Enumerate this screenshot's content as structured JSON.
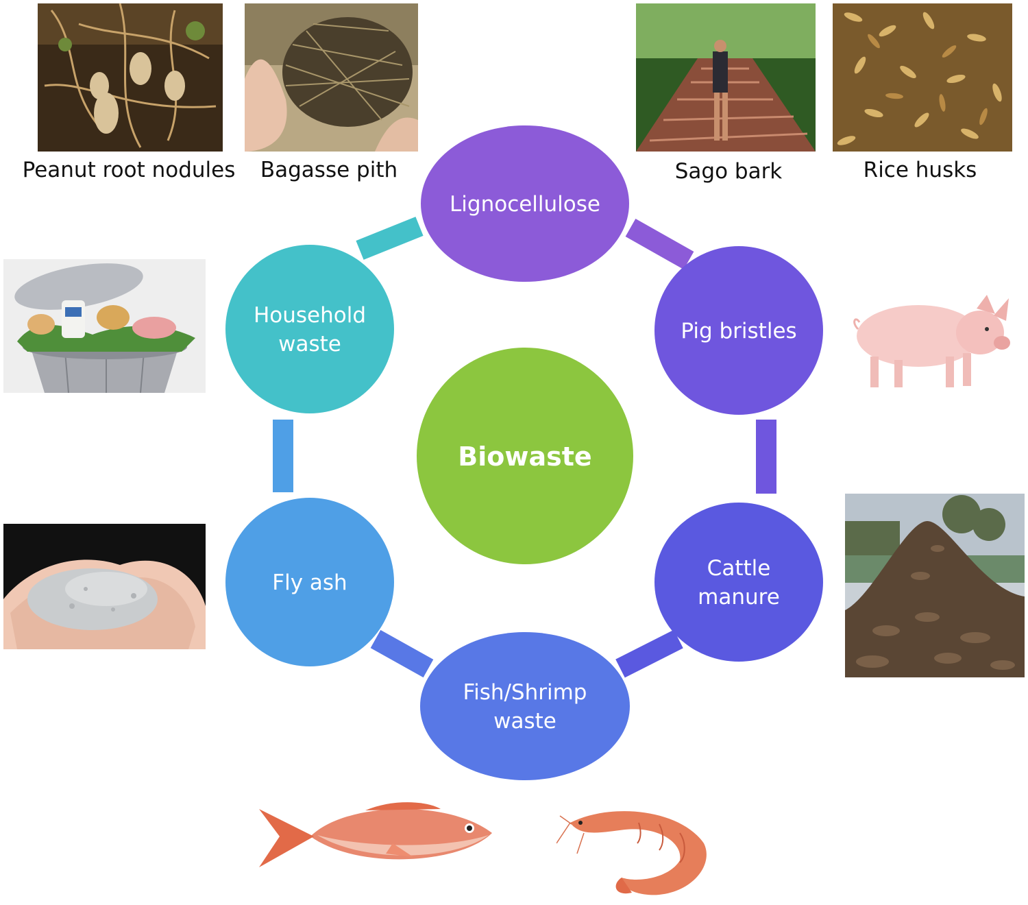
{
  "center": {
    "label": "Biowaste",
    "color": "#8cc63f"
  },
  "nodes": [
    {
      "id": "lignocellulose",
      "lines": [
        "Lignocellulose"
      ],
      "color": "#8c5bd8"
    },
    {
      "id": "pig-bristles",
      "lines": [
        "Pig bristles"
      ],
      "color": "#6f56de"
    },
    {
      "id": "cattle-manure",
      "lines": [
        "Cattle",
        "manure"
      ],
      "color": "#5a59e0"
    },
    {
      "id": "fish-shrimp-waste",
      "lines": [
        "Fish/Shrimp",
        "waste"
      ],
      "color": "#5878e6"
    },
    {
      "id": "fly-ash",
      "lines": [
        "Fly ash"
      ],
      "color": "#4f9fe6"
    },
    {
      "id": "household-waste",
      "lines": [
        "Household",
        "waste"
      ],
      "color": "#44c1c9"
    }
  ],
  "photos": {
    "peanut_root_nodules": {
      "caption": "Peanut root nodules",
      "icon": "peanut-root-nodules-photo"
    },
    "bagasse_pith": {
      "caption": "Bagasse pith",
      "icon": "bagasse-pith-photo"
    },
    "sago_bark": {
      "caption": "Sago bark",
      "icon": "sago-bark-photo"
    },
    "rice_husks": {
      "caption": "Rice husks",
      "icon": "rice-husks-photo"
    },
    "pig": {
      "icon": "pig-photo"
    },
    "household_bin": {
      "icon": "household-waste-bin-photo"
    },
    "fly_ash": {
      "icon": "fly-ash-hands-photo"
    },
    "cattle_manure": {
      "icon": "cattle-manure-heap-photo"
    },
    "fish": {
      "icon": "fish-photo"
    },
    "shrimp": {
      "icon": "shrimp-photo"
    }
  }
}
